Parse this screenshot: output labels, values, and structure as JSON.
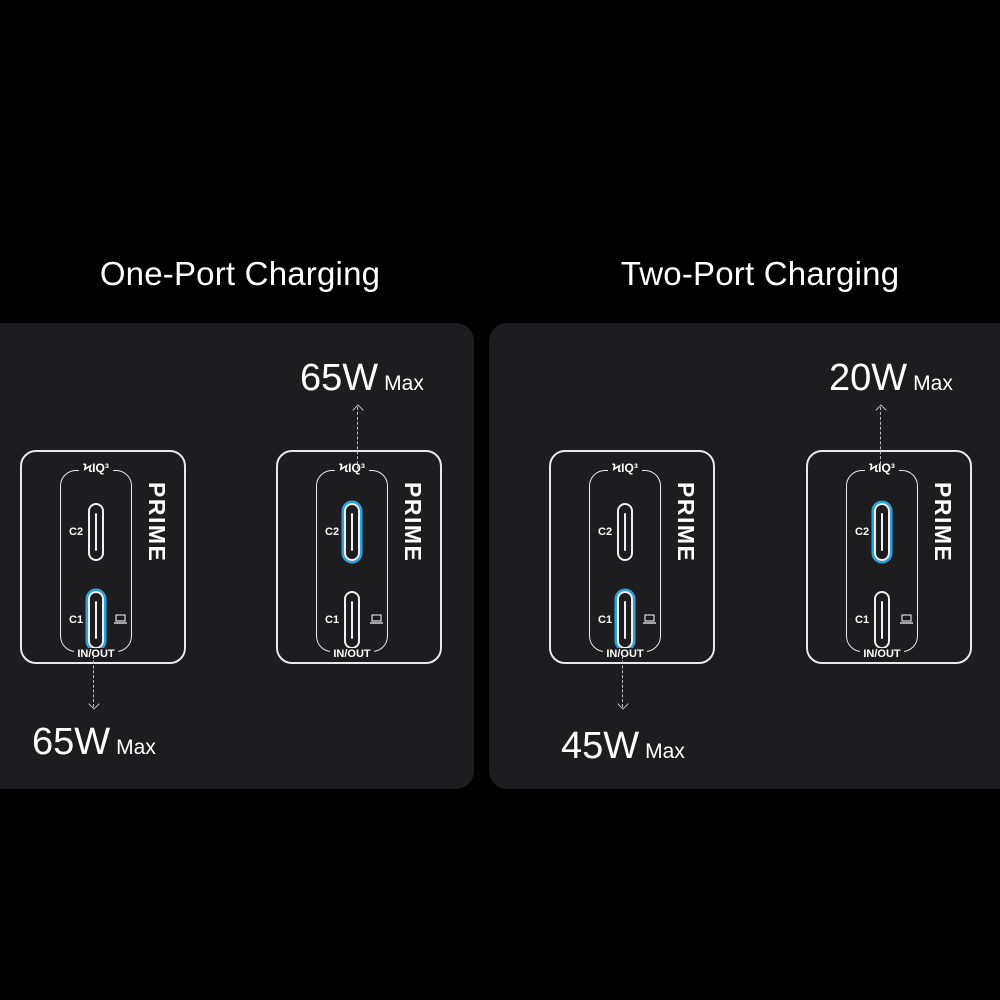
{
  "headings": {
    "one_port": "One-Port Charging",
    "two_port": "Two-Port Charging"
  },
  "charger": {
    "brand": "PRIME",
    "top_logo": "ϞIQ³",
    "port_c2": "C2",
    "port_c1": "C1",
    "bottom_label": "IN/OUT"
  },
  "one_port": {
    "c1_output": {
      "value": "65W",
      "unit": "Max"
    },
    "c2_output": {
      "value": "65W",
      "unit": "Max"
    }
  },
  "two_port": {
    "c1_output": {
      "value": "45W",
      "unit": "Max"
    },
    "c2_output": {
      "value": "20W",
      "unit": "Max"
    }
  },
  "colors": {
    "background": "#000000",
    "panel": "#1d1d1f",
    "active_port": "#2aa3e0"
  },
  "icons": [
    "laptop-icon",
    "arrow-up-icon",
    "arrow-down-icon"
  ]
}
